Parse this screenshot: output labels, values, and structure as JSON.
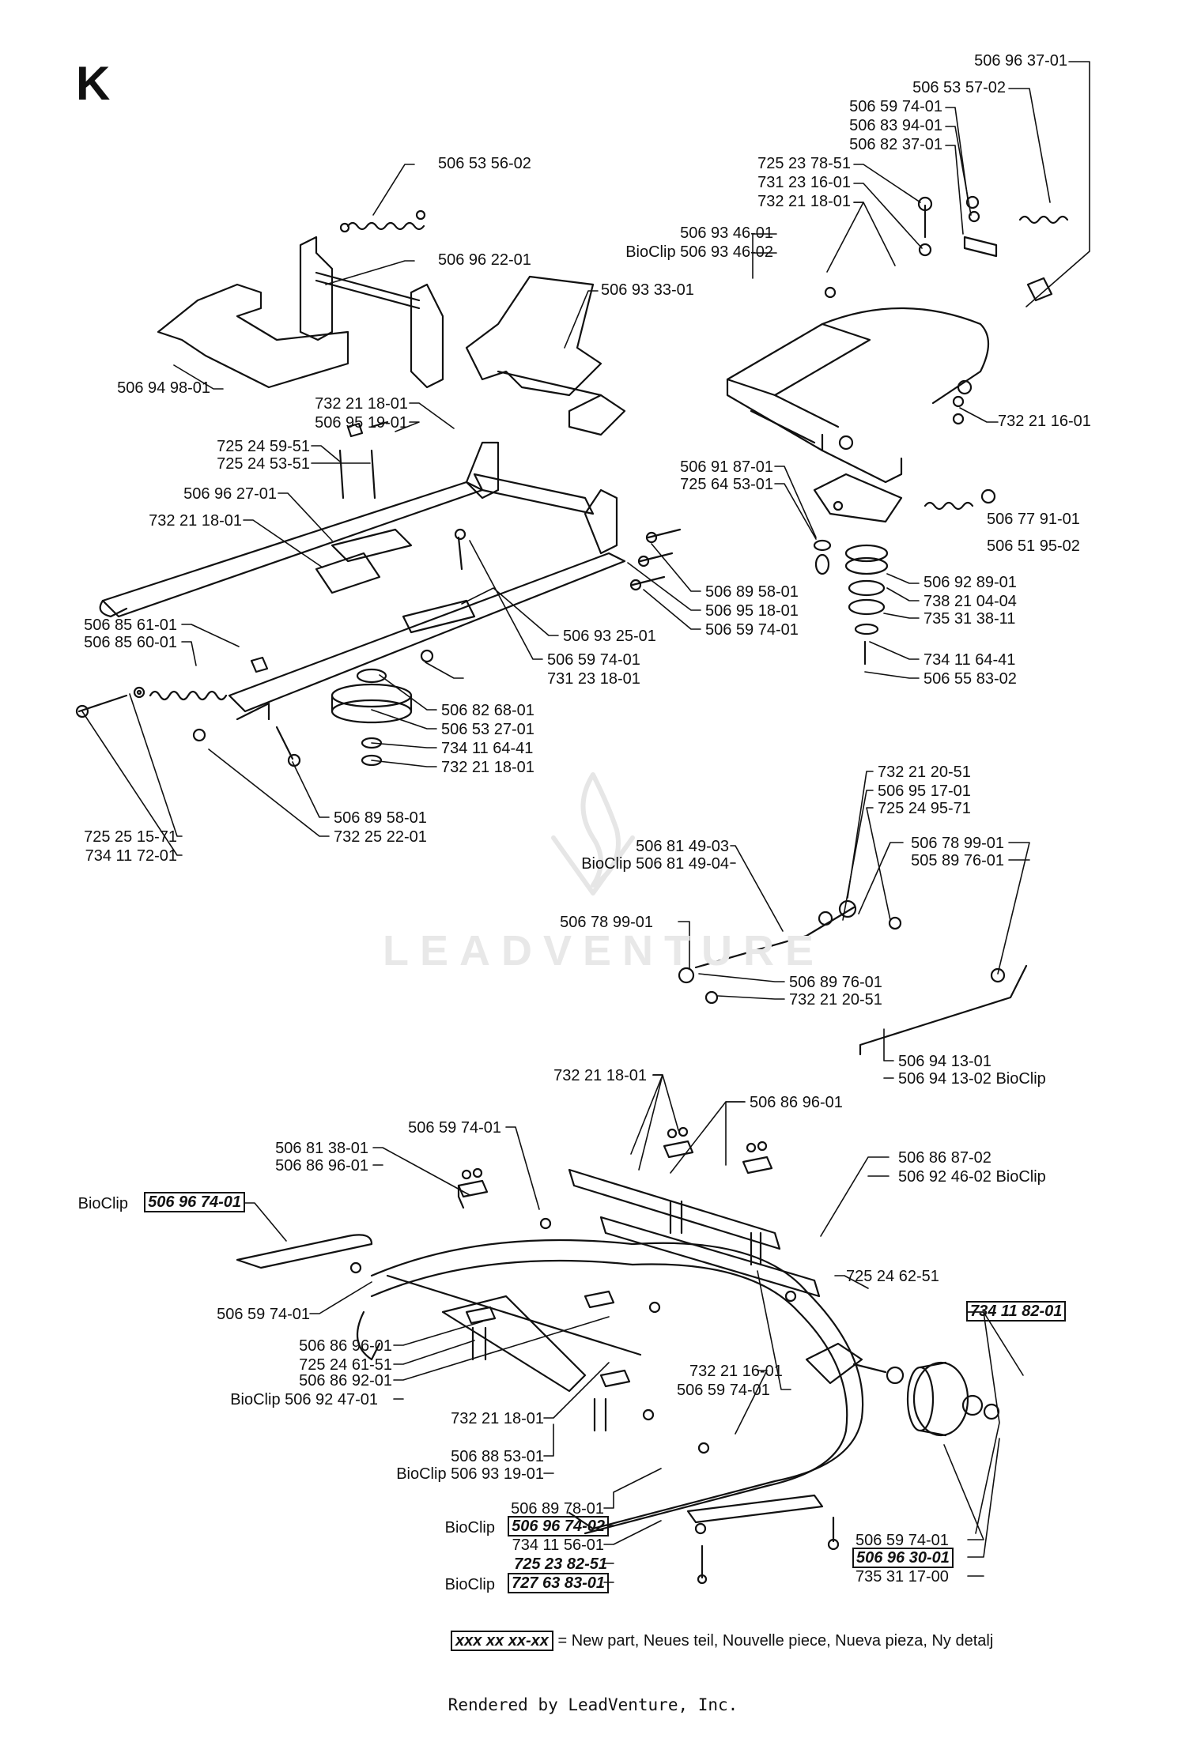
{
  "section_letter": "K",
  "watermark": "LEADVENTURE",
  "legend": {
    "sample": "xxx xx xx-xx",
    "text": "= New part, Neues teil, Nouvelle piece, Nueva pieza, Ny detalj"
  },
  "footer": "Rendered by LeadVenture, Inc.",
  "labels": [
    {
      "id": "l1",
      "text": "506 96 37-01"
    },
    {
      "id": "l2",
      "text": "506 53 57-02"
    },
    {
      "id": "l3",
      "text": "506 59 74-01"
    },
    {
      "id": "l4",
      "text": "506 83 94-01"
    },
    {
      "id": "l5",
      "text": "506 82 37-01"
    },
    {
      "id": "l6",
      "text": "725 23 78-51"
    },
    {
      "id": "l7",
      "text": "731 23 16-01"
    },
    {
      "id": "l8",
      "text": "732 21 18-01"
    },
    {
      "id": "l9",
      "text": "506 93 46-01"
    },
    {
      "id": "l10",
      "text": "BioClip 506 93 46-02"
    },
    {
      "id": "l11",
      "text": "506 53 56-02"
    },
    {
      "id": "l12",
      "text": "506 96 22-01"
    },
    {
      "id": "l13",
      "text": "506 93 33-01"
    },
    {
      "id": "l14",
      "text": "506 94 98-01"
    },
    {
      "id": "l15",
      "text": "732 21 16-01"
    },
    {
      "id": "l16",
      "text": "732 21 18-01"
    },
    {
      "id": "l17",
      "text": "506 95 19-01"
    },
    {
      "id": "l18",
      "text": "725 24 59-51"
    },
    {
      "id": "l19",
      "text": "725 24 53-51"
    },
    {
      "id": "l20",
      "text": "506 96 27-01"
    },
    {
      "id": "l21",
      "text": "732 21 18-01"
    },
    {
      "id": "l22",
      "text": "506 91 87-01"
    },
    {
      "id": "l23",
      "text": "725 64 53-01"
    },
    {
      "id": "l24",
      "text": "506 77 91-01"
    },
    {
      "id": "l25",
      "text": "506 51 95-02"
    },
    {
      "id": "l26",
      "text": "506 89 58-01"
    },
    {
      "id": "l27",
      "text": "506 95 18-01"
    },
    {
      "id": "l28",
      "text": "506 59 74-01"
    },
    {
      "id": "l29",
      "text": "506 92 89-01"
    },
    {
      "id": "l30",
      "text": "738 21 04-04"
    },
    {
      "id": "l31",
      "text": "735 31 38-11"
    },
    {
      "id": "l32",
      "text": "506 85 61-01"
    },
    {
      "id": "l33",
      "text": "506 85 60-01"
    },
    {
      "id": "l34",
      "text": "506 93 25-01"
    },
    {
      "id": "l35",
      "text": "506 59 74-01"
    },
    {
      "id": "l36",
      "text": "731 23 18-01"
    },
    {
      "id": "l37",
      "text": "734 11 64-41"
    },
    {
      "id": "l38",
      "text": "506 55 83-02"
    },
    {
      "id": "l39",
      "text": "506 82 68-01"
    },
    {
      "id": "l40",
      "text": "506 53 27-01"
    },
    {
      "id": "l41",
      "text": "734 11 64-41"
    },
    {
      "id": "l42",
      "text": "732 21 18-01"
    },
    {
      "id": "l43",
      "text": "506 89 58-01"
    },
    {
      "id": "l44",
      "text": "732 25 22-01"
    },
    {
      "id": "l45",
      "text": "725 25 15-71"
    },
    {
      "id": "l46",
      "text": "734 11 72-01"
    },
    {
      "id": "l47",
      "text": "732 21 20-51"
    },
    {
      "id": "l48",
      "text": "506 95 17-01"
    },
    {
      "id": "l49",
      "text": "725 24 95-71"
    },
    {
      "id": "l50",
      "text": "506 81 49-03"
    },
    {
      "id": "l51",
      "text": "BioClip 506 81 49-04"
    },
    {
      "id": "l52",
      "text": "506 78 99-01"
    },
    {
      "id": "l53",
      "text": "505 89 76-01"
    },
    {
      "id": "l54",
      "text": "506 78 99-01"
    },
    {
      "id": "l55",
      "text": "506 89 76-01"
    },
    {
      "id": "l56",
      "text": "732 21 20-51"
    },
    {
      "id": "l57",
      "text": "506 94 13-01"
    },
    {
      "id": "l58",
      "text": "506 94 13-02 BioClip"
    },
    {
      "id": "l59",
      "text": "732 21 18-01"
    },
    {
      "id": "l60",
      "text": "506 86 96-01"
    },
    {
      "id": "l61",
      "text": "506 59 74-01"
    },
    {
      "id": "l62",
      "text": "506 81 38-01"
    },
    {
      "id": "l63",
      "text": "506 86 96-01"
    },
    {
      "id": "l64",
      "text": "506 86 87-02"
    },
    {
      "id": "l65",
      "text": "506 92 46-02 BioClip"
    },
    {
      "id": "l66",
      "text": "BioClip"
    },
    {
      "id": "l67",
      "text": "506 96 74-01"
    },
    {
      "id": "l68",
      "text": "725 24 62-51"
    },
    {
      "id": "l69",
      "text": "506 59 74-01"
    },
    {
      "id": "l70",
      "text": "734 11 82-01"
    },
    {
      "id": "l71",
      "text": "506 86 96-01"
    },
    {
      "id": "l72",
      "text": "725 24 61-51"
    },
    {
      "id": "l73",
      "text": "732 21 16-01"
    },
    {
      "id": "l74",
      "text": "506 59 74-01"
    },
    {
      "id": "l75",
      "text": "506 86 92-01"
    },
    {
      "id": "l76",
      "text": "BioClip 506 92 47-01"
    },
    {
      "id": "l77",
      "text": "732 21 18-01"
    },
    {
      "id": "l78",
      "text": "506 88 53-01"
    },
    {
      "id": "l79",
      "text": "BioClip 506 93 19-01"
    },
    {
      "id": "l80",
      "text": "506 89 78-01"
    },
    {
      "id": "l81",
      "text": "BioClip"
    },
    {
      "id": "l82",
      "text": "506 96 74-02"
    },
    {
      "id": "l83",
      "text": "734 11 56-01"
    },
    {
      "id": "l84",
      "text": "725 23 82-51"
    },
    {
      "id": "l85",
      "text": "BioClip"
    },
    {
      "id": "l86",
      "text": "727 63 83-01"
    },
    {
      "id": "l87",
      "text": "506 59 74-01"
    },
    {
      "id": "l88",
      "text": "506 96 30-01"
    },
    {
      "id": "l89",
      "text": "735 31 17-00"
    }
  ]
}
